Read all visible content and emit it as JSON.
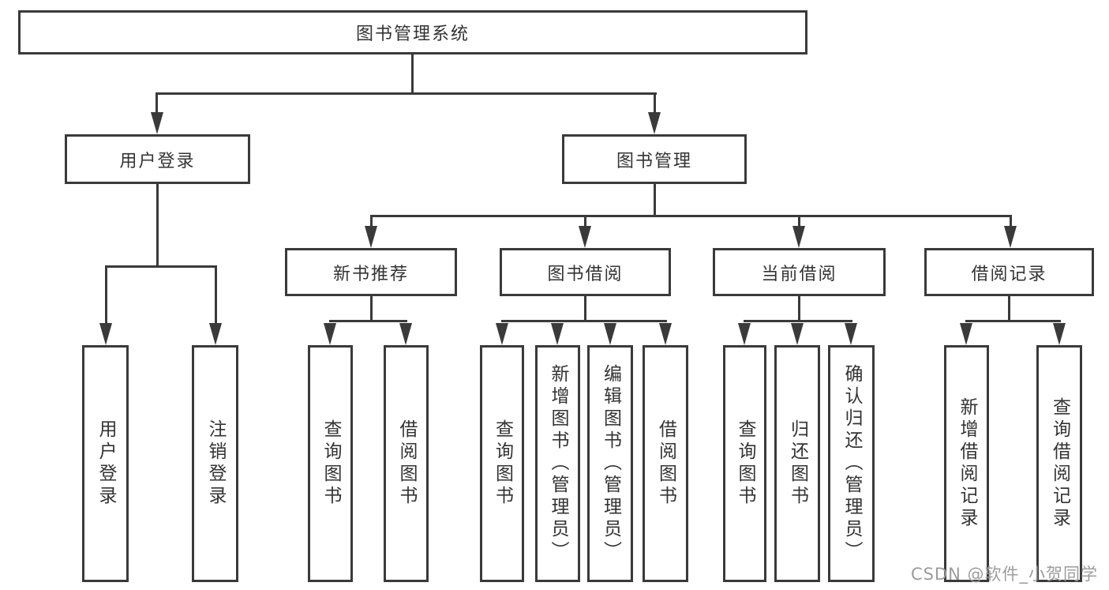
{
  "title": {
    "label": "图书管理系统"
  },
  "branches": {
    "user_login": {
      "label": "用户登录",
      "children": [
        "用户登录",
        "注销登录"
      ]
    },
    "book_management": {
      "label": "图书管理",
      "sections": [
        {
          "label": "新书推荐",
          "children": [
            "查询图书",
            "借阅图书"
          ]
        },
        {
          "label": "图书借阅",
          "children": [
            "查询图书",
            "新增图书（管理员）",
            "编辑图书（管理员）",
            "借阅图书"
          ]
        },
        {
          "label": "当前借阅",
          "children": [
            "查询图书",
            "归还图书",
            "确认归还（管理员）"
          ]
        },
        {
          "label": "借阅记录",
          "children": [
            "新增借阅记录",
            "查询借阅记录"
          ]
        }
      ]
    }
  },
  "watermark": "CSDN @软件_小贺同学",
  "colors": {
    "line": "#3a3a3a",
    "text": "#333333",
    "box_background": "#ffffff",
    "watermark": "#9c9c9c"
  }
}
